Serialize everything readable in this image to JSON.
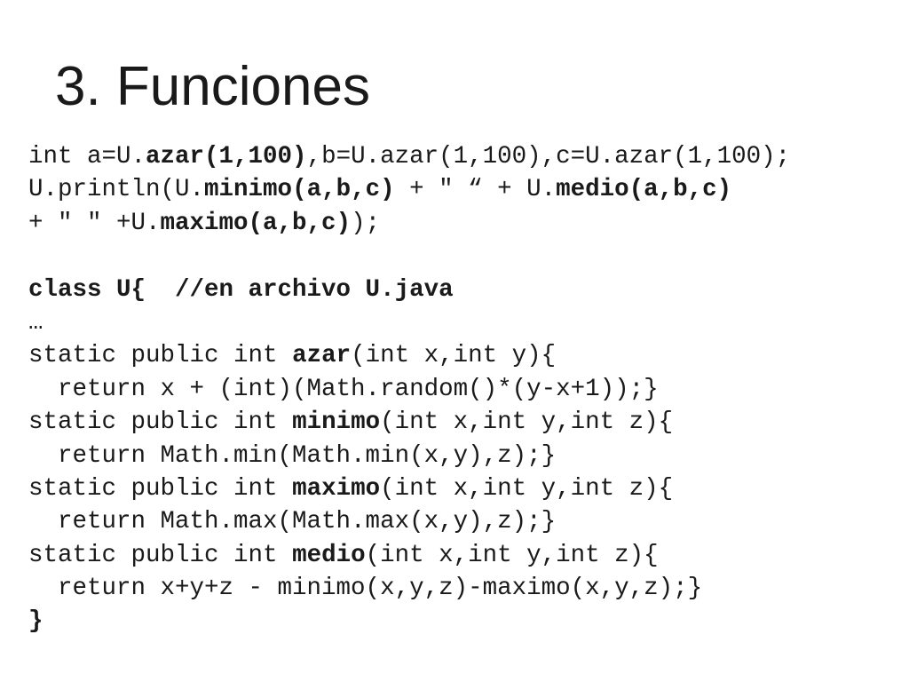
{
  "slide": {
    "title": "3. Funciones"
  },
  "code": {
    "lines": [
      [
        {
          "t": "int a=U.",
          "b": false
        },
        {
          "t": "azar(1,100)",
          "b": true
        },
        {
          "t": ",b=U.azar(1,100),c=U.azar(1,100);",
          "b": false
        }
      ],
      [
        {
          "t": "U.println(U.",
          "b": false
        },
        {
          "t": "minimo(a,b,c)",
          "b": true
        },
        {
          "t": " + \" “ + U.",
          "b": false
        },
        {
          "t": "medio(a,b,c)",
          "b": true
        }
      ],
      [
        {
          "t": "+ \" \" +U.",
          "b": false
        },
        {
          "t": "maximo(a,b,c)",
          "b": true
        },
        {
          "t": ");",
          "b": false
        }
      ],
      [],
      [
        {
          "t": "class U{  //en archivo U.java",
          "b": true
        }
      ],
      [
        {
          "t": "…",
          "b": false
        }
      ],
      [
        {
          "t": "static public int ",
          "b": false
        },
        {
          "t": "azar",
          "b": true
        },
        {
          "t": "(int x,int y){",
          "b": false
        }
      ],
      [
        {
          "t": "  return x + (int)(Math.random()*(y-x+1));}",
          "b": false
        }
      ],
      [
        {
          "t": "static public int ",
          "b": false
        },
        {
          "t": "minimo",
          "b": true
        },
        {
          "t": "(int x,int y,int z){",
          "b": false
        }
      ],
      [
        {
          "t": "  return Math.min(Math.min(x,y),z);}",
          "b": false
        }
      ],
      [
        {
          "t": "static public int ",
          "b": false
        },
        {
          "t": "maximo",
          "b": true
        },
        {
          "t": "(int x,int y,int z){",
          "b": false
        }
      ],
      [
        {
          "t": "  return Math.max(Math.max(x,y),z);}",
          "b": false
        }
      ],
      [
        {
          "t": "static public int ",
          "b": false
        },
        {
          "t": "medio",
          "b": true
        },
        {
          "t": "(int x,int y,int z){",
          "b": false
        }
      ],
      [
        {
          "t": "  return x+y+z - minimo(x,y,z)-maximo(x,y,z);}",
          "b": false
        }
      ],
      [
        {
          "t": "}",
          "b": true
        }
      ]
    ]
  }
}
